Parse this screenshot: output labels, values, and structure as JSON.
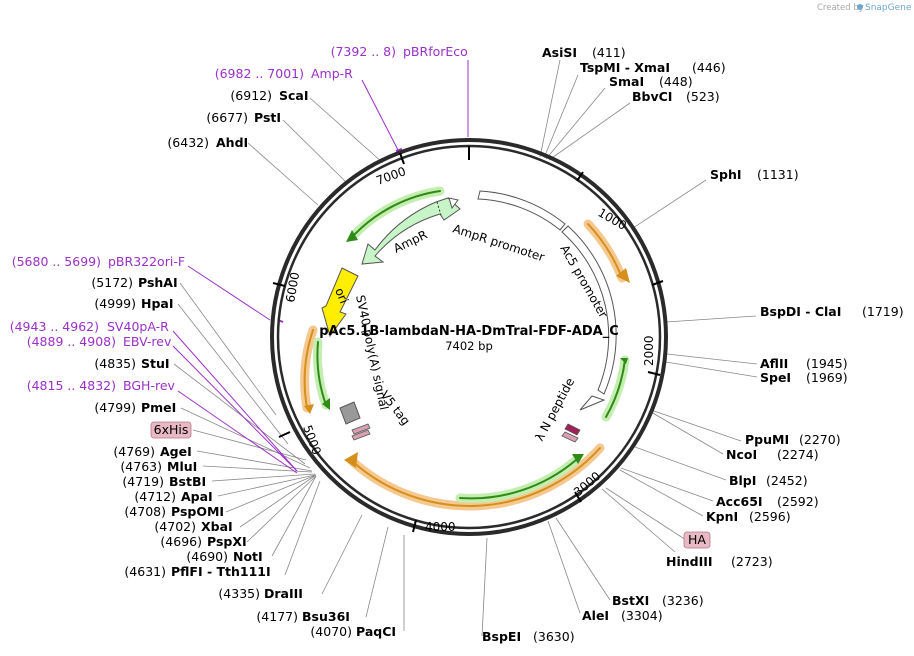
{
  "credit": {
    "prefix": "Created by",
    "brand": "SnapGene"
  },
  "plasmid": {
    "name": "pAc5.1B-lambdaN-HA-DmTral-FDF-ADA_C",
    "size": "7402 bp"
  },
  "ticks": [
    "1000",
    "2000",
    "3000",
    "4000",
    "5000",
    "6000",
    "7000"
  ],
  "features": {
    "ampr": "AmpR",
    "ampr_promoter": "AmpR promoter",
    "ac5_promoter": "Ac5 promoter",
    "ori": "ori",
    "sv40": "SV40 poly(A) signal",
    "v5": "V5 tag",
    "lambda": "λ N peptide"
  },
  "sites": [
    {
      "name": "AsiSI",
      "pos": "(411)"
    },
    {
      "name": "TspMI  -  XmaI",
      "pos": "(446)"
    },
    {
      "name": "SmaI",
      "pos": "(448)"
    },
    {
      "name": "BbvCI",
      "pos": "(523)"
    },
    {
      "name": "SphI",
      "pos": "(1131)"
    },
    {
      "name": "BspDI  -  ClaI",
      "pos": "(1719)"
    },
    {
      "name": "AflII",
      "pos": "(1945)"
    },
    {
      "name": "SpeI",
      "pos": "(1969)"
    },
    {
      "name": "PpuMI",
      "pos": "(2270)"
    },
    {
      "name": "NcoI",
      "pos": "(2274)"
    },
    {
      "name": "BlpI",
      "pos": "(2452)"
    },
    {
      "name": "Acc65I",
      "pos": "(2592)"
    },
    {
      "name": "KpnI",
      "pos": "(2596)"
    },
    {
      "name": "HindIII",
      "pos": "(2723)"
    },
    {
      "name": "BstXI",
      "pos": "(3236)"
    },
    {
      "name": "AleI",
      "pos": "(3304)"
    },
    {
      "name": "BspEI",
      "pos": "(3630)"
    },
    {
      "name": "PaqCI",
      "pos": "(4070)"
    },
    {
      "name": "Bsu36I",
      "pos": "(4177)"
    },
    {
      "name": "DraIII",
      "pos": "(4335)"
    },
    {
      "name": "PflFI  -  Tth111I",
      "pos": "(4631)"
    },
    {
      "name": "NotI",
      "pos": "(4690)"
    },
    {
      "name": "PspXI",
      "pos": "(4696)"
    },
    {
      "name": "XbaI",
      "pos": "(4702)"
    },
    {
      "name": "PspOMI",
      "pos": "(4708)"
    },
    {
      "name": "ApaI",
      "pos": "(4712)"
    },
    {
      "name": "BstBI",
      "pos": "(4719)"
    },
    {
      "name": "MluI",
      "pos": "(4763)"
    },
    {
      "name": "AgeI",
      "pos": "(4769)"
    },
    {
      "name": "PmeI",
      "pos": "(4799)"
    },
    {
      "name": "StuI",
      "pos": "(4835)"
    },
    {
      "name": "HpaI",
      "pos": "(4999)"
    },
    {
      "name": "PshAI",
      "pos": "(5172)"
    },
    {
      "name": "AhdI",
      "pos": "(6432)"
    },
    {
      "name": "PstI",
      "pos": "(6677)"
    },
    {
      "name": "ScaI",
      "pos": "(6912)"
    }
  ],
  "primers": [
    {
      "range": "(7392 .. 8)",
      "name": "pBRforEco"
    },
    {
      "range": "(6982 .. 7001)",
      "name": "Amp-R"
    },
    {
      "range": "(5680 .. 5699)",
      "name": "pBR322ori-F"
    },
    {
      "range": "(4943 .. 4962)",
      "name": "SV40pA-R"
    },
    {
      "range": "(4889 .. 4908)",
      "name": "EBV-rev"
    },
    {
      "range": "(4815 .. 4832)",
      "name": "BGH-rev"
    }
  ],
  "tags": {
    "his": "6xHis",
    "ha": "HA"
  },
  "colors": {
    "backbone": "#2a2a2a",
    "orange_feature": "#f0a030",
    "green_feature": "#3aa020",
    "ampr_fill": "#c8f5c8",
    "ori_fill": "#ffee00",
    "primer": "#9b30c8",
    "tag_box": "#e8b8c4",
    "lambda_fill": "#a0205a"
  }
}
